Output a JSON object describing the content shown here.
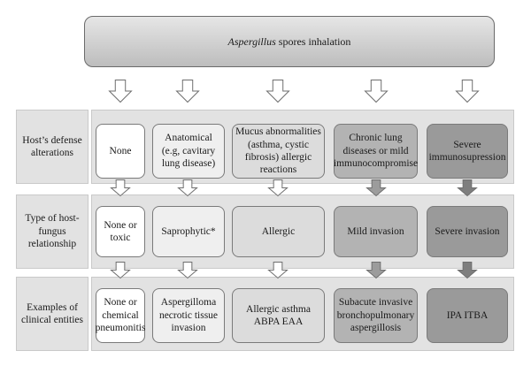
{
  "top": {
    "italic": "Aspergillus",
    "rest": " spores inhalation"
  },
  "rows": [
    {
      "label": "Host’s defense alterations"
    },
    {
      "label": "Type of host-fungus relationship"
    },
    {
      "label": "Examples of clinical entities"
    }
  ],
  "columns": [
    {
      "defense": "None",
      "relationship": "None or toxic",
      "entities": "None or chemical pneumonitis"
    },
    {
      "defense": "Anatomical (e.g, cavitary lung disease)",
      "relationship": "Saprophytic*",
      "entities": "Aspergilloma necrotic tissue invasion"
    },
    {
      "defense": "Mucus abnormalities (asthma, cystic fibrosis) allergic reactions",
      "relationship": "Allergic",
      "entities": "Allergic asthma ABPA EAA"
    },
    {
      "defense": "Chronic lung diseases or mild immunocompromise",
      "relationship": "Mild invasion",
      "entities": "Subacute invasive bronchopulmonary aspergillosis"
    },
    {
      "defense": "Severe immunosupression",
      "relationship": "Severe invasion",
      "entities": "IPA ITBA"
    }
  ],
  "colors": {
    "white": "#ffffff",
    "light": "#efefef",
    "mid": "#dcdcdc",
    "dark": "#b3b3b3",
    "darker": "#9a9a9a"
  }
}
